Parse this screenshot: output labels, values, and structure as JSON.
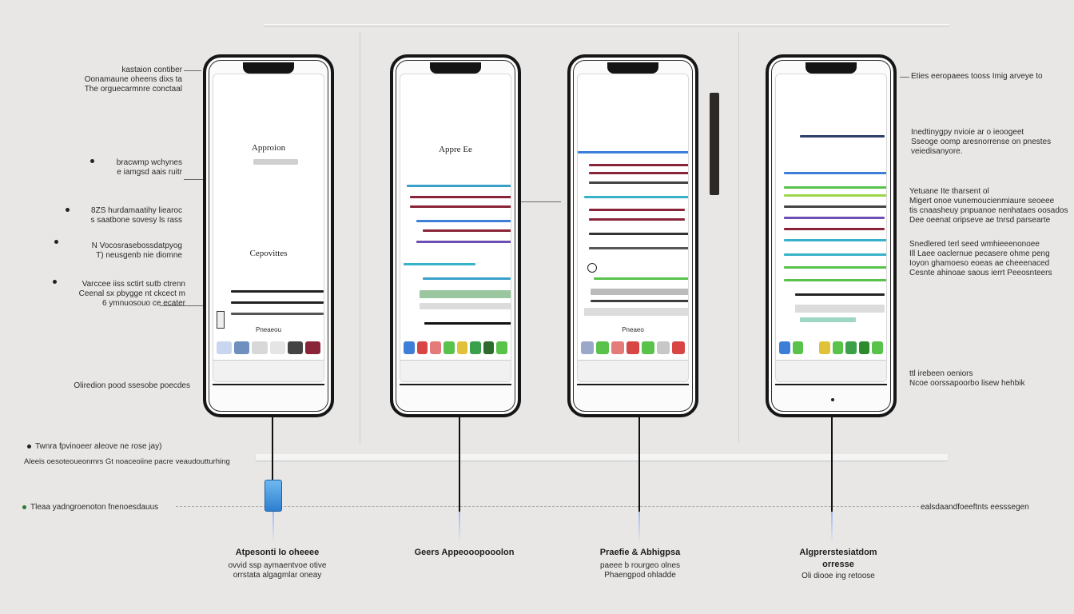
{
  "left_annotations": [
    {
      "lines": [
        "kastaion contiber",
        "Oonamaune oheens dixs ta",
        "The orguecarmnre conctaal"
      ]
    },
    {
      "lines": [
        "bracwmp wchynes",
        "e iamgsd aais ruitr"
      ]
    },
    {
      "lines": [
        "8ZS hurdamaatihy liearoc",
        "s saatbone sovesy ls rass"
      ]
    },
    {
      "lines": [
        "N Vocosrasebossdatpyog",
        "T) neusgenb nie diomne"
      ]
    },
    {
      "lines": [
        "Varccee iiss sctirt sutb ctrenn",
        "Ceenal sx pbygge nt ckcect m",
        "6 ymnuosouo ce ecater"
      ]
    },
    {
      "lines": [
        "Oliredion pood ssesobe poecdes"
      ]
    }
  ],
  "bottom_left": {
    "line1": "Twnra fpvinoeer aleove ne rose jay)",
    "line2": "Aleeis oesoteoueonmrs Gt noaceoiine pacre veaudoutturhing",
    "line3": "Tleaa yadngroenoton fnenoesdauus"
  },
  "right_annotations": [
    {
      "lines": [
        "Eties eeropaees tooss Imig arveye to"
      ]
    },
    {
      "lines": [
        "Inedtinygpy nvioie ar o ieoogeet",
        "Sseoge oomp aresnorrense on pnestes",
        "veiedisanyore."
      ]
    },
    {
      "lines": [
        "Yetuane Ite tharsent ol",
        "Migert onoe vunemoucienmiaure seoeee",
        "tis cnaasheuy pnpuanoe nenhataes oosados",
        "Dee oeenat oripseve ae tnrsd parsearte"
      ]
    },
    {
      "lines": [
        "Snedlered terl seed wmhieeenonoee",
        "Ill Laee oaclernue pecasere ohme peng",
        "Ioyon ghamoeso eoeas ae cheeenaced",
        "Cesnte ahinoae saous ierrt Peeosnteers"
      ]
    },
    {
      "lines": [
        "ttl irebeen oeniors",
        "Ncoe oorssapoorbo lisew hehbik"
      ]
    }
  ],
  "bottom_right": "ealsdaandfoeeftnts eesssegen",
  "phones": [
    {
      "title": "Approion",
      "subtitle": "Cepovittes",
      "button": "Pneaeou"
    },
    {
      "title": "Appre Ee"
    },
    {
      "button": "Pneaeo"
    },
    {}
  ],
  "captions": [
    {
      "title": "Atpesonti lo oheeee",
      "lines": [
        "ovvid ssp aymaentvoe otive",
        "orrstata algagmlar oneay"
      ]
    },
    {
      "title": "Geers Appeooopooolon",
      "lines": []
    },
    {
      "title": "Praefie & Abhigpsa",
      "lines": [
        "paeee b rourgeo olnes",
        "Phaengpod ohladde"
      ]
    },
    {
      "title": "Algprerstesiatdom",
      "lines": [
        "orresse",
        "Oli diooe ing retoose"
      ]
    }
  ],
  "colors": {
    "background": "#e8e7e5",
    "frame": "#161616",
    "blue": "#3d7fd8",
    "teal": "#37b3c9",
    "maroon": "#8a2438",
    "green": "#58c24a",
    "purple": "#6b4fb3"
  }
}
